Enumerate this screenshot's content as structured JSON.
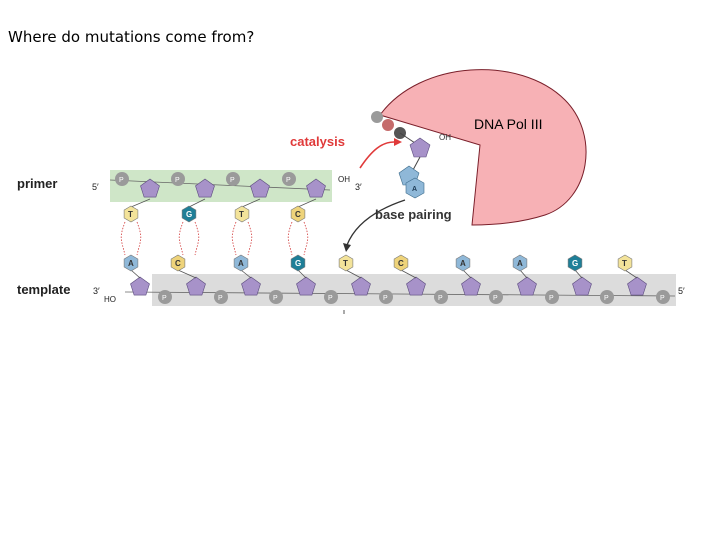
{
  "slide": {
    "title": "Where do mutations come from?"
  },
  "diagram": {
    "enzyme_label": "DNA Pol III",
    "catalysis_label": "catalysis",
    "base_pairing_label": "base pairing",
    "primer_label": "primer",
    "template_label": "template",
    "primer_end_5": "5′",
    "primer_end_3": "3′",
    "primer_oh": "OH",
    "template_end_3": "3′",
    "template_end_5": "5′",
    "template_ho": "HO",
    "incoming_oh": "OH",
    "incoming_base": "A",
    "phosphate_symbol": "P",
    "primer_bases": [
      "T",
      "G",
      "T",
      "C"
    ],
    "template_bases": [
      "A",
      "C",
      "A",
      "G",
      "T",
      "C",
      "A",
      "A",
      "G",
      "T"
    ],
    "colors": {
      "A": "#8fb8d8",
      "T": "#f3e39a",
      "C": "#eed37a",
      "G": "#1f7f98",
      "sugar": "#a792c9",
      "phosphate": "#9a9a9a",
      "enzyme": "#f7b1b5",
      "catalysis": "#e03a3a",
      "primer_band": "#cfe6c8",
      "template_band": "#dcdcdc"
    }
  }
}
